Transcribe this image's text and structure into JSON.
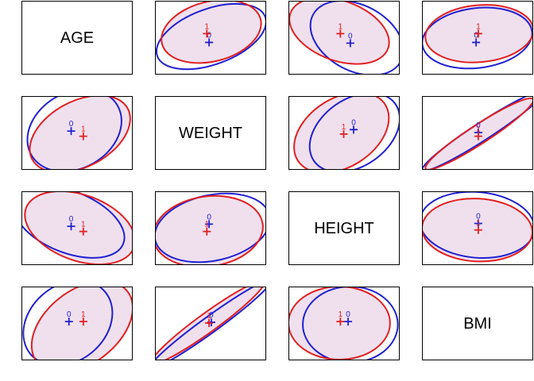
{
  "chart_data": {
    "type": "scatter",
    "variables": [
      "AGE",
      "WEIGHT",
      "HEIGHT",
      "BMI"
    ],
    "groups": [
      {
        "name": "0",
        "color": "#2020d0"
      },
      {
        "name": "1",
        "color": "#e02020"
      }
    ],
    "fill_color": "#f0e0ee",
    "panels": [
      {
        "row": 0,
        "col": 1,
        "means": [
          [
            0.49,
            0.57
          ],
          [
            0.47,
            0.45
          ]
        ],
        "ellipses": [
          {
            "cx": 0.51,
            "cy": 0.49,
            "rx": 0.52,
            "ry": 0.38,
            "angle": -20
          },
          {
            "cx": 0.51,
            "cy": 0.42,
            "rx": 0.46,
            "ry": 0.41,
            "angle": -14
          }
        ]
      },
      {
        "row": 0,
        "col": 2,
        "means": [
          [
            0.56,
            0.58
          ],
          [
            0.47,
            0.45
          ]
        ],
        "ellipses": [
          {
            "cx": 0.62,
            "cy": 0.51,
            "rx": 0.45,
            "ry": 0.45,
            "angle": 28
          },
          {
            "cx": 0.46,
            "cy": 0.41,
            "rx": 0.47,
            "ry": 0.41,
            "angle": 20
          }
        ]
      },
      {
        "row": 0,
        "col": 3,
        "means": [
          [
            0.49,
            0.57
          ],
          [
            0.51,
            0.45
          ]
        ],
        "ellipses": [
          {
            "cx": 0.5,
            "cy": 0.51,
            "rx": 0.5,
            "ry": 0.41,
            "angle": -7
          },
          {
            "cx": 0.52,
            "cy": 0.45,
            "rx": 0.49,
            "ry": 0.39,
            "angle": -5
          }
        ]
      },
      {
        "row": 1,
        "col": 0,
        "means": [
          [
            0.45,
            0.48
          ],
          [
            0.56,
            0.55
          ]
        ],
        "ellipses": [
          {
            "cx": 0.48,
            "cy": 0.47,
            "rx": 0.45,
            "ry": 0.52,
            "angle": -30
          },
          {
            "cx": 0.53,
            "cy": 0.52,
            "rx": 0.49,
            "ry": 0.45,
            "angle": -28
          }
        ]
      },
      {
        "row": 1,
        "col": 2,
        "means": [
          [
            0.59,
            0.46
          ],
          [
            0.5,
            0.52
          ]
        ],
        "ellipses": [
          {
            "cx": 0.6,
            "cy": 0.5,
            "rx": 0.45,
            "ry": 0.46,
            "angle": -35
          },
          {
            "cx": 0.48,
            "cy": 0.5,
            "rx": 0.47,
            "ry": 0.47,
            "angle": -33
          }
        ]
      },
      {
        "row": 1,
        "col": 3,
        "means": [
          [
            0.51,
            0.5
          ],
          [
            0.51,
            0.55
          ]
        ],
        "ellipses": [
          {
            "cx": 0.55,
            "cy": 0.48,
            "rx": 0.65,
            "ry": 0.12,
            "angle": -33
          },
          {
            "cx": 0.52,
            "cy": 0.52,
            "rx": 0.58,
            "ry": 0.13,
            "angle": -33
          }
        ]
      },
      {
        "row": 2,
        "col": 0,
        "means": [
          [
            0.45,
            0.48
          ],
          [
            0.56,
            0.55
          ]
        ],
        "ellipses": [
          {
            "cx": 0.43,
            "cy": 0.42,
            "rx": 0.53,
            "ry": 0.42,
            "angle": 22
          },
          {
            "cx": 0.53,
            "cy": 0.5,
            "rx": 0.52,
            "ry": 0.45,
            "angle": 20
          }
        ]
      },
      {
        "row": 2,
        "col": 1,
        "means": [
          [
            0.49,
            0.45
          ],
          [
            0.47,
            0.55
          ]
        ],
        "ellipses": [
          {
            "cx": 0.52,
            "cy": 0.5,
            "rx": 0.53,
            "ry": 0.45,
            "angle": -12
          },
          {
            "cx": 0.48,
            "cy": 0.55,
            "rx": 0.5,
            "ry": 0.48,
            "angle": -8
          }
        ]
      },
      {
        "row": 2,
        "col": 3,
        "means": [
          [
            0.51,
            0.44
          ],
          [
            0.51,
            0.53
          ]
        ],
        "ellipses": [
          {
            "cx": 0.5,
            "cy": 0.46,
            "rx": 0.52,
            "ry": 0.45,
            "angle": 5
          },
          {
            "cx": 0.5,
            "cy": 0.53,
            "rx": 0.5,
            "ry": 0.43,
            "angle": 3
          }
        ]
      },
      {
        "row": 3,
        "col": 0,
        "means": [
          [
            0.43,
            0.48
          ],
          [
            0.56,
            0.48
          ]
        ],
        "ellipses": [
          {
            "cx": 0.42,
            "cy": 0.5,
            "rx": 0.44,
            "ry": 0.52,
            "angle": -40
          },
          {
            "cx": 0.55,
            "cy": 0.55,
            "rx": 0.52,
            "ry": 0.5,
            "angle": -38
          }
        ]
      },
      {
        "row": 3,
        "col": 1,
        "means": [
          [
            0.51,
            0.49
          ],
          [
            0.49,
            0.5
          ]
        ],
        "ellipses": [
          {
            "cx": 0.5,
            "cy": 0.52,
            "rx": 0.68,
            "ry": 0.11,
            "angle": -36
          },
          {
            "cx": 0.48,
            "cy": 0.49,
            "rx": 0.63,
            "ry": 0.13,
            "angle": -36
          }
        ]
      },
      {
        "row": 3,
        "col": 2,
        "means": [
          [
            0.54,
            0.48
          ],
          [
            0.47,
            0.48
          ]
        ],
        "ellipses": [
          {
            "cx": 0.56,
            "cy": 0.52,
            "rx": 0.43,
            "ry": 0.52,
            "angle": 0
          },
          {
            "cx": 0.46,
            "cy": 0.5,
            "rx": 0.46,
            "ry": 0.5,
            "angle": 0
          }
        ]
      }
    ]
  }
}
